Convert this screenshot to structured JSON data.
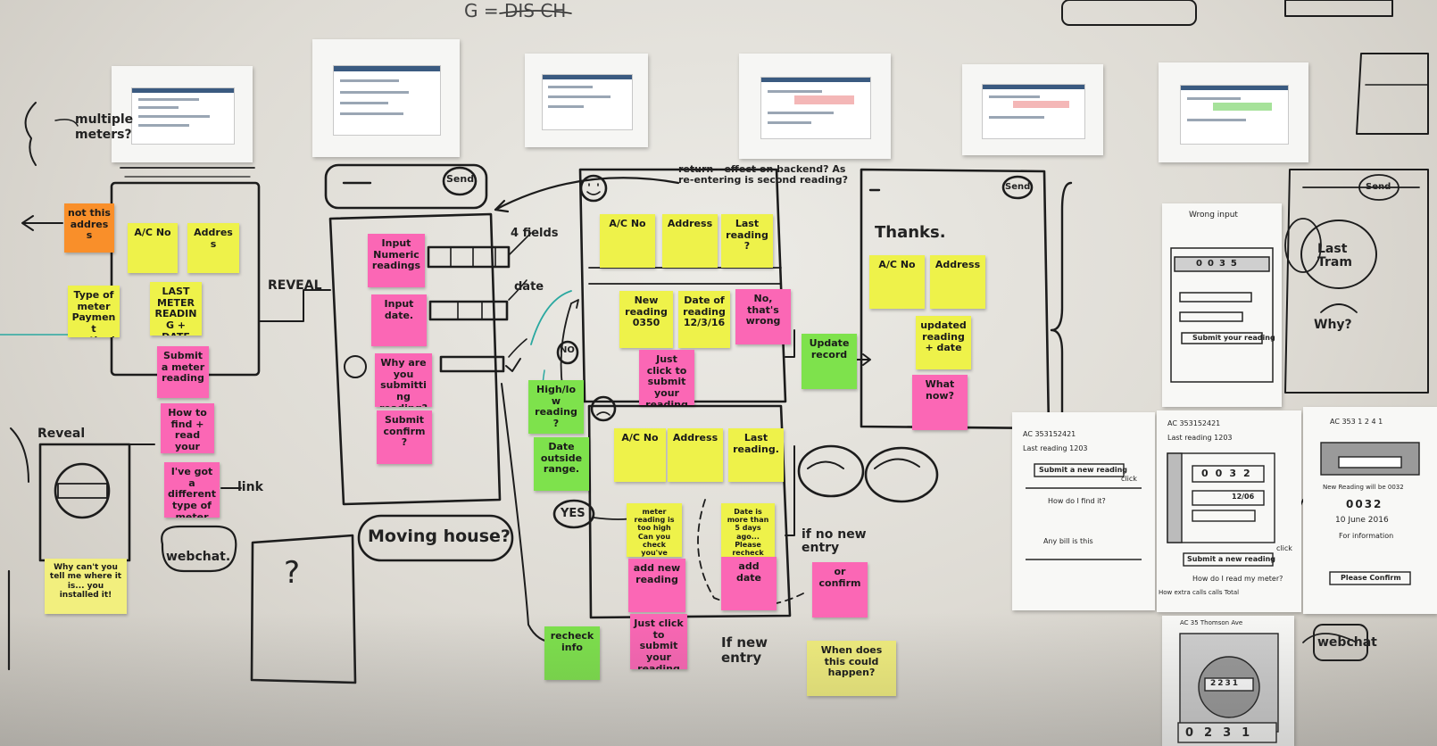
{
  "notes": [
    {
      "text": "not this address",
      "color": "orange"
    },
    {
      "text": "A/C No",
      "color": "yellow"
    },
    {
      "text": "Address",
      "color": "yellow"
    },
    {
      "text": "Type of meter Payment method",
      "color": "yellow"
    },
    {
      "text": "LAST METER READING + DATE",
      "color": "yellow"
    },
    {
      "text": "Submit a meter reading",
      "color": "pink"
    },
    {
      "text": "How to find + read your meter Can't find it!",
      "color": "pink"
    },
    {
      "text": "I've got a different type of meter what do I do?",
      "color": "pink"
    },
    {
      "text": "Input Numeric readings",
      "color": "pink"
    },
    {
      "text": "Input date.",
      "color": "pink"
    },
    {
      "text": "Why are you submitting reading? ???",
      "color": "pink"
    },
    {
      "text": "Submit confirm ?",
      "color": "pink"
    },
    {
      "text": "A/C No",
      "color": "yellow"
    },
    {
      "text": "Address",
      "color": "yellow"
    },
    {
      "text": "Last reading ?",
      "color": "yellow"
    },
    {
      "text": "New reading 0350",
      "color": "yellow"
    },
    {
      "text": "Date of reading 12/3/16",
      "color": "yellow"
    },
    {
      "text": "No, that's wrong",
      "color": "pink"
    },
    {
      "text": "Just click to submit your reading",
      "color": "pink"
    },
    {
      "text": "High/low reading?",
      "color": "green"
    },
    {
      "text": "Date outside range.",
      "color": "green"
    },
    {
      "text": "A/C No",
      "color": "yellow"
    },
    {
      "text": "Address",
      "color": "yellow"
    },
    {
      "text": "Last reading.",
      "color": "yellow"
    },
    {
      "text": "meter reading is too high Can you check you've added it correctly",
      "color": "yellow"
    },
    {
      "text": "Date is more than 5 days ago... Please recheck",
      "color": "yellow"
    },
    {
      "text": "add new reading",
      "color": "pink"
    },
    {
      "text": "add date",
      "color": "pink"
    },
    {
      "text": "Update record",
      "color": "green"
    },
    {
      "text": "A/C No",
      "color": "yellow"
    },
    {
      "text": "Address",
      "color": "yellow"
    },
    {
      "text": "updated reading + date",
      "color": "yellow"
    },
    {
      "text": "What now?",
      "color": "pink"
    },
    {
      "text": "or confirm",
      "color": "pink"
    },
    {
      "text": "recheck info",
      "color": "green"
    },
    {
      "text": "Just click to submit your reading",
      "color": "pink"
    },
    {
      "text": "Why can't you tell me where it is... you installed it!",
      "color": "paleyellow"
    },
    {
      "text": "When does this could happen?",
      "color": "paleyellow"
    }
  ],
  "handwriting": {
    "reveal_top": "REVEAL",
    "reveal_left": "Reveal",
    "four_fields": "4 fields",
    "date": "date",
    "link": "link",
    "moving_house": "Moving house?",
    "webchat_left": "webchat.",
    "webchat_right": "webchat",
    "return_question": "return - effect on backend? As re-entering is second reading?",
    "thanks": "Thanks.",
    "yes": "YES",
    "no": "NO",
    "if_no_new_entry": "if no new entry",
    "if_new_entry": "If new entry",
    "multiple_meters": "multiple meters?",
    "send": "Send",
    "why": "Why?",
    "last_tram": "Last Tram",
    "wrong_input": "Wrong input",
    "question_mark": "?",
    "top_partial": "G = DIS CH"
  },
  "screenshots": [
    {
      "title": "Update meter reading",
      "highlight": "none"
    },
    {
      "title": "",
      "highlight": "none"
    },
    {
      "title": "Update meter reading",
      "highlight": "none"
    },
    {
      "title": "",
      "highlight": "red"
    },
    {
      "title": "",
      "highlight": "red"
    },
    {
      "title": "",
      "highlight": "green"
    }
  ],
  "sketch_sheets": {
    "top_right": {
      "digits": [
        "0",
        "0",
        "3",
        "5"
      ],
      "button": "Submit your reading"
    },
    "middle_left": {
      "account": "AC 353152421",
      "last_reading": "Last reading 1203",
      "button": "Submit a new reading",
      "help": "How do I find it?",
      "footer": "Any bill is this",
      "side": "click"
    },
    "middle_center": {
      "account": "AC 353152421",
      "last_reading": "Last reading 1203",
      "digits": [
        "0",
        "0",
        "3",
        "2"
      ],
      "digit_aux": "12/06",
      "button": "Submit a new reading",
      "help": "How do I read my meter?",
      "notes": "How extra calls calls Total",
      "side": "click"
    },
    "middle_right": {
      "account": "AC 353 1 2 4 1",
      "new_reading_label": "New Reading will be 0032",
      "reading": "0032",
      "date": "10 June 2016",
      "info": "For information",
      "button": "Please Confirm"
    },
    "bottom_right": {
      "account": "AC 35 Thomson Ave",
      "digits": [
        "0",
        "2",
        "3",
        "1"
      ],
      "dial": "2231"
    }
  }
}
